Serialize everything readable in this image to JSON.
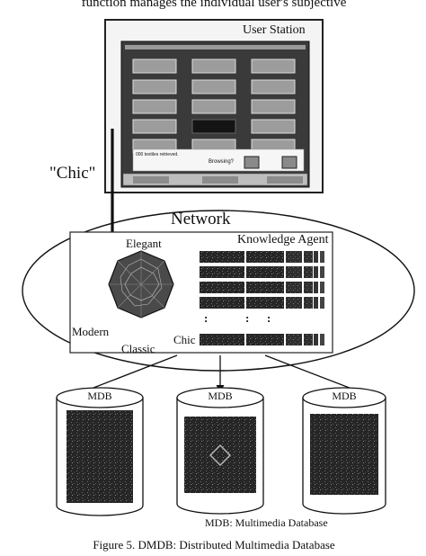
{
  "page_top_text": "function manages the individual user's subjective",
  "user_station": {
    "title": "User Station",
    "status_text": "000 textiles retrieved.",
    "browsing_text": "Browsing?"
  },
  "query_callout": "\"Chic\"",
  "network_label": "Network",
  "knowledge_agent_label": "Knowledge Agent",
  "impression_axes": {
    "top": "Elegant",
    "left": "Modern",
    "bottom": "Classic",
    "right": "Chic"
  },
  "ellipsis": ":",
  "databases": [
    {
      "label": "MDB"
    },
    {
      "label": "MDB"
    },
    {
      "label": "MDB"
    }
  ],
  "mdb_caption": "MDB: Multimedia Database",
  "figure_caption": "Figure 5. DMDB: Distributed Multimedia Database"
}
